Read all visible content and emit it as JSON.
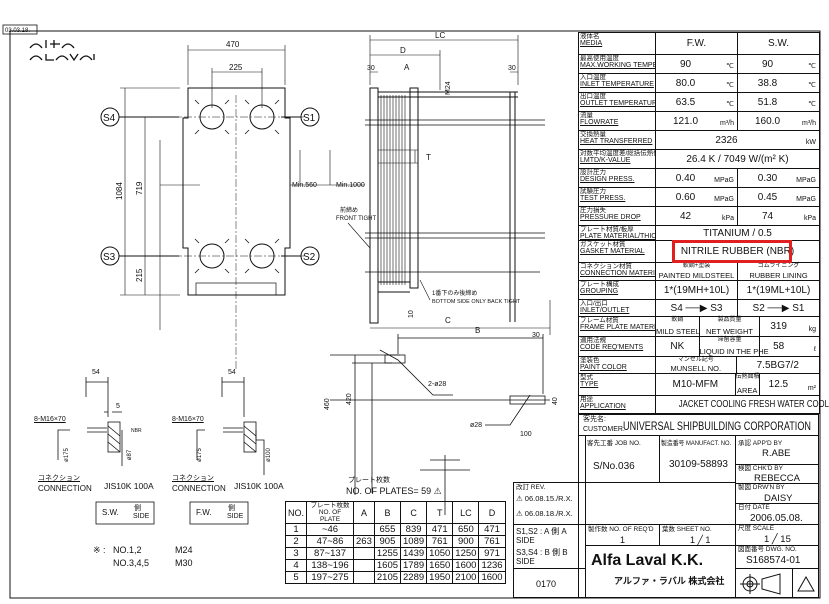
{
  "header": {
    "date_stamp": "03.03.18.",
    "logo_text": "ALFA LAVAL"
  },
  "spec_table": {
    "rows": [
      {
        "jp": "液体名",
        "en": "MEDIA",
        "cells": [
          {
            "t": "F.W."
          },
          {
            "t": "S.W."
          }
        ]
      },
      {
        "jp": "最高使用温度",
        "en": "MAX.WORKING TEMPERATURE",
        "cells": [
          {
            "t": "90",
            "u": "℃"
          },
          {
            "t": "90",
            "u": "℃"
          }
        ]
      },
      {
        "jp": "入口温度",
        "en": "INLET TEMPERATURE",
        "cells": [
          {
            "t": "80.0",
            "u": "℃"
          },
          {
            "t": "38.8",
            "u": "℃"
          }
        ]
      },
      {
        "jp": "出口温度",
        "en": "OUTLET TEMPERATURE",
        "cells": [
          {
            "t": "63.5",
            "u": "℃"
          },
          {
            "t": "51.8",
            "u": "℃"
          }
        ]
      },
      {
        "jp": "流量",
        "en": "FLOWRATE",
        "cells": [
          {
            "t": "121.0",
            "u": "m³/h"
          },
          {
            "t": "160.0",
            "u": "m³/h"
          }
        ]
      },
      {
        "jp": "交換熱量",
        "en": "HEAT TRANSFERRED",
        "cells": [
          {
            "t": "2326",
            "u": "kW"
          }
        ]
      },
      {
        "jp": "対数平均温度差/総括伝熱係数",
        "en": "LMTD/K-VALUE",
        "cells": [
          {
            "t": "26.4  K  /  7049  W/(m² K)"
          }
        ]
      },
      {
        "jp": "設計圧力",
        "en": "DESIGN PRESS.",
        "cells": [
          {
            "t": "0.40",
            "u": "MPaG"
          },
          {
            "t": "0.30",
            "u": "MPaG"
          }
        ]
      },
      {
        "jp": "試験圧力",
        "en": "TEST PRESS.",
        "cells": [
          {
            "t": "0.60",
            "u": "MPaG"
          },
          {
            "t": "0.45",
            "u": "MPaG"
          }
        ]
      },
      {
        "jp": "圧力損失",
        "en": "PRESSURE DROP",
        "cells": [
          {
            "t": "42",
            "u": "kPa"
          },
          {
            "t": "74",
            "u": "kPa"
          }
        ]
      },
      {
        "jp": "プレート材質/板厚",
        "en": "PLATE MATERIAL/THICKNESS",
        "cells": [
          {
            "t": "TITANIUM   /   0.5"
          }
        ]
      },
      {
        "jp": "ガスケット材質",
        "en": "GASKET MATERIAL",
        "cells": [
          {
            "t": "NITRILE RUBBER (NBR)"
          }
        ]
      },
      {
        "jp": "コネクション材質",
        "en": "CONNECTION MATERIAL",
        "cells": [
          {
            "jp": "軟鋼+塗装",
            "t": "PAINTED MILDSTEEL"
          },
          {
            "jp": "ゴムライニング",
            "t": "RUBBER LINING"
          }
        ]
      },
      {
        "jp": "プレート構成",
        "en": "GROUPING",
        "cells": [
          {
            "t": "1*(19MH+10L)"
          },
          {
            "t": "1*(19ML+10L)"
          }
        ]
      },
      {
        "jp": "入口/出口",
        "en": "INLET/OUTLET",
        "cells": [
          {
            "t": "S4 ──▶ S3"
          },
          {
            "t": "S2 ──▶ S1"
          }
        ]
      },
      {
        "jp": "フレーム材質",
        "en": "FRAME PLATE MATERIAL",
        "cells": [
          {
            "jp": "軟鋼",
            "t": "MILD STEEL"
          },
          {
            "jp": "製品質量",
            "t": "NET WEIGHT"
          },
          {
            "t": "319",
            "u": "kg"
          }
        ]
      },
      {
        "jp": "適用法規",
        "en": "CODE REQ'MENTS",
        "cells": [
          {
            "t": "NK"
          },
          {
            "jp": "滞留容量",
            "t": "LIQUID IN THE PHE"
          },
          {
            "t": "58",
            "u": "ℓ"
          }
        ]
      },
      {
        "jp": "塗装色",
        "en": "PAINT COLOR",
        "cells": [
          {
            "jp": "マンセル記号",
            "t": "MUNSELL NO."
          },
          {
            "t": "7.5BG7/2"
          }
        ]
      },
      {
        "jp": "型式",
        "en": "TYPE",
        "cells": [
          {
            "t": "M10-MFM"
          },
          {
            "jp": "伝熱面積",
            "t": "AREA"
          },
          {
            "t": "12.5",
            "u": "m²"
          }
        ]
      },
      {
        "jp": "用途",
        "en": "APPLICATION",
        "cells": [
          {
            "t": "JACKET COOLING FRESH WATER COOLER"
          }
        ]
      }
    ],
    "customer_jp": "客先名:",
    "customer_label": "CUSTOMER:",
    "customer": "UNIVERSAL SHIPBUILDING CORPORATION"
  },
  "title_block": {
    "job_label": "客先工番 JOB NO.",
    "job_no": "S/No.036",
    "manufact_label": "製造番号 MANUFACT. NO.",
    "manufact_no": "30109-58893",
    "appd_label": "承認 APP'D BY",
    "appd_by": "R.ABE",
    "chkd_label": "検図 CHK'D BY",
    "chkd_by": "REBECCA",
    "drwn_label": "製図 DRW'N BY",
    "drwn_by": "DAISY",
    "date_label": "日付 DATE",
    "date": "2006.05.08.",
    "rev_label": "改訂 REV.",
    "revisions": [
      "⚠ 06.08.15./R.X.",
      "⚠ 06.08.18./R.X."
    ],
    "side_a": "S1,S2 : A 側 A SIDE",
    "side_b": "S3,S4 : B 側 B SIDE",
    "code": "0170",
    "reqd_label": "製作数 NO. OF REQ'D",
    "reqd": "1",
    "sheet_label": "葉数 SHEET NO.",
    "sheet": "1 ╱ 1",
    "scale_label": "尺度 SCALE",
    "scale": "1  ╱  15",
    "dwg_label": "図面番号 DWG. NO.",
    "dwg_no": "S168574-01",
    "company": "Alfa Laval K.K.",
    "company_jp": "アルファ・ラバル 株式会社"
  },
  "drawing": {
    "ports": [
      "S4",
      "S1",
      "S3",
      "S2"
    ],
    "dims": {
      "width": "470",
      "port_spacing": "225",
      "height": "1084",
      "port_vertical": "719",
      "bottom": "215",
      "lc": "LC",
      "d": "D",
      "a": "A",
      "t": "T",
      "b": "B",
      "c": "C",
      "thirty": "30",
      "m24": "M24",
      "min560": "Min.560",
      "min1000": "Min.1000",
      "ten": "10",
      "h460": "460",
      "h420": "420",
      "holes": "2-ø28",
      "hole": "ø28",
      "hundred": "100",
      "forty": "40"
    },
    "front_tight_jp": "前締め",
    "front_tight": "FRONT TIGHT",
    "back_tight_jp": "1番下のみ後締め",
    "back_tight": "BOTTOM SIDE ONLY BACK TIGHT"
  },
  "connections": [
    {
      "bolt": "8-M16×70",
      "dim_top": "54",
      "dim_gap": "5",
      "gasket": "NBR",
      "dia_outer": "ø175",
      "dia_inner": "ø87",
      "label_jp": "コネクション",
      "label": "CONNECTION",
      "std": "JIS10K 100A",
      "side": "S.W.",
      "side_jp": "側",
      "side_en": "SIDE"
    },
    {
      "bolt": "8-M16×70",
      "dim_top": "54",
      "dia_outer": "ø175",
      "dia_inner": "ø100",
      "label_jp": "コネクション",
      "label": "CONNECTION",
      "std": "JIS10K 100A",
      "side": "F.W.",
      "side_jp": "側",
      "side_en": "SIDE"
    }
  ],
  "notes": {
    "mark": "※ :",
    "line1_nos": "NO.1,2",
    "line1_val": "M24",
    "line2_nos": "NO.3,4,5",
    "line2_val": "M30"
  },
  "plates": {
    "title_jp": "プレート枚数",
    "title": "NO. OF PLATES=  59 ⚠",
    "headers": [
      "NO.",
      "プレート枚数 NO. OF PLATE",
      "A",
      "B",
      "C",
      "T",
      "LC",
      "D"
    ],
    "rows": [
      [
        "1",
        "~46",
        "",
        "655",
        "839",
        "471",
        "650",
        "471"
      ],
      [
        "2",
        "47~86",
        "263",
        "905",
        "1089",
        "761",
        "900",
        "761"
      ],
      [
        "3",
        "87~137",
        "",
        "1255",
        "1439",
        "1050",
        "1250",
        "971"
      ],
      [
        "4",
        "138~196",
        "",
        "1605",
        "1789",
        "1650",
        "1600",
        "1236"
      ],
      [
        "5",
        "197~275",
        "",
        "2105",
        "2289",
        "1950",
        "2100",
        "1600"
      ]
    ]
  },
  "colors": {
    "highlight": "#e02020"
  }
}
